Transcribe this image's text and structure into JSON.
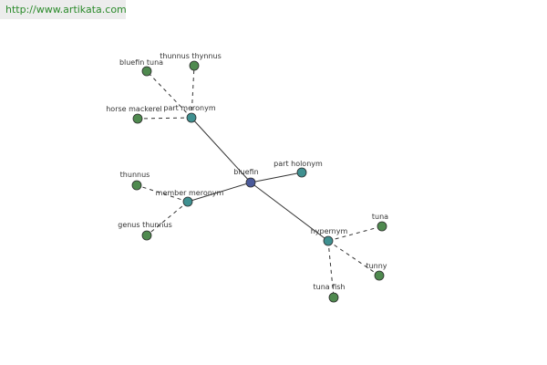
{
  "source_link": {
    "text": "http://www.artikata.com"
  },
  "colors": {
    "root": "#4a5a9a",
    "relation": "#3f9090",
    "leaf": "#4f8a4f"
  },
  "graph": {
    "nodes": [
      {
        "id": "bluefin",
        "label": "bluefin",
        "type": "root"
      },
      {
        "id": "part_meronym",
        "label": "part meronym",
        "type": "relation"
      },
      {
        "id": "member_meronym",
        "label": "member meronym",
        "type": "relation"
      },
      {
        "id": "part_holonym",
        "label": "part holonym",
        "type": "relation"
      },
      {
        "id": "hypernym",
        "label": "hypernym",
        "type": "relation"
      },
      {
        "id": "bluefin_tuna",
        "label": "bluefin tuna",
        "type": "leaf"
      },
      {
        "id": "thunnus_thynnus",
        "label": "thunnus thynnus",
        "type": "leaf"
      },
      {
        "id": "horse_mackerel",
        "label": "horse mackerel",
        "type": "leaf"
      },
      {
        "id": "thunnus",
        "label": "thunnus",
        "type": "leaf"
      },
      {
        "id": "genus_thunnus",
        "label": "genus thunnus",
        "type": "leaf"
      },
      {
        "id": "tuna",
        "label": "tuna",
        "type": "leaf"
      },
      {
        "id": "tunny",
        "label": "tunny",
        "type": "leaf"
      },
      {
        "id": "tuna_fish",
        "label": "tuna fish",
        "type": "leaf"
      }
    ],
    "edges": [
      {
        "from": "bluefin",
        "to": "part_meronym",
        "style": "solid"
      },
      {
        "from": "bluefin",
        "to": "member_meronym",
        "style": "solid"
      },
      {
        "from": "bluefin",
        "to": "part_holonym",
        "style": "solid"
      },
      {
        "from": "bluefin",
        "to": "hypernym",
        "style": "solid"
      },
      {
        "from": "part_meronym",
        "to": "bluefin_tuna",
        "style": "dashed"
      },
      {
        "from": "part_meronym",
        "to": "thunnus_thynnus",
        "style": "dashed"
      },
      {
        "from": "part_meronym",
        "to": "horse_mackerel",
        "style": "dashed"
      },
      {
        "from": "member_meronym",
        "to": "thunnus",
        "style": "dashed"
      },
      {
        "from": "member_meronym",
        "to": "genus_thunnus",
        "style": "dashed"
      },
      {
        "from": "hypernym",
        "to": "tuna",
        "style": "dashed"
      },
      {
        "from": "hypernym",
        "to": "tunny",
        "style": "dashed"
      },
      {
        "from": "hypernym",
        "to": "tuna_fish",
        "style": "dashed"
      }
    ]
  }
}
